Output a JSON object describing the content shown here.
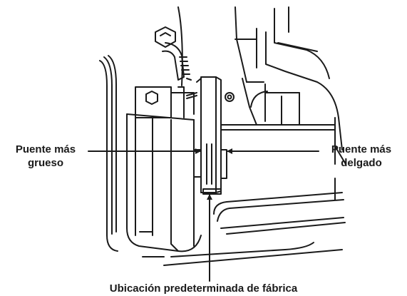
{
  "labels": {
    "thicker_jumper": {
      "line1": "Puente más",
      "line2": "grueso"
    },
    "thinner_jumper": {
      "line1": "Puente más",
      "line2": "delgado"
    },
    "factory_default": "Ubicación predeterminada de fábrica"
  },
  "colors": {
    "ink": "#1a1a1a",
    "background": "#ffffff"
  },
  "icons": [
    "hose-icon",
    "hex-nut-icon",
    "jumper-bracket-icon"
  ]
}
